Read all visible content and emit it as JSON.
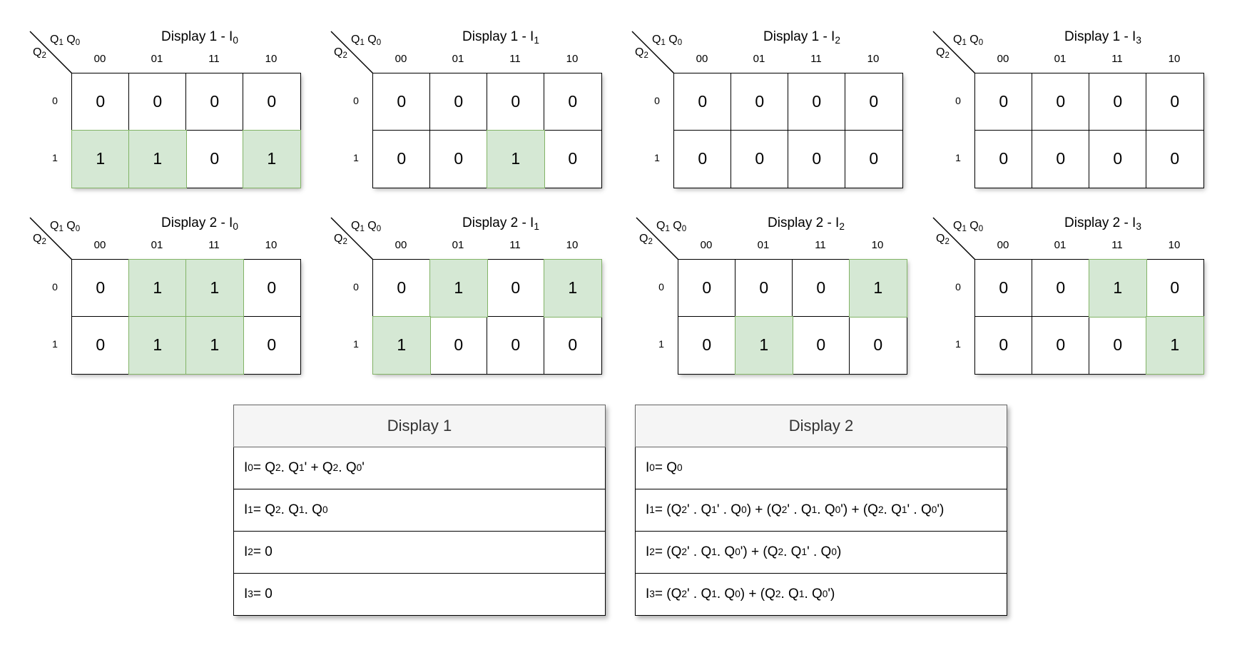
{
  "column_header_vars": "Q1 Q0",
  "row_header_var": "Q2",
  "columns": [
    "00",
    "01",
    "11",
    "10"
  ],
  "rows": [
    "0",
    "1"
  ],
  "kmaps": [
    {
      "title": "Display 1 - I0",
      "cells": [
        [
          0,
          0,
          0,
          0
        ],
        [
          1,
          1,
          0,
          1
        ]
      ],
      "highlight": [
        [
          false,
          false,
          false,
          false
        ],
        [
          true,
          true,
          false,
          true
        ]
      ]
    },
    {
      "title": "Display 1 - I1",
      "cells": [
        [
          0,
          0,
          0,
          0
        ],
        [
          0,
          0,
          1,
          0
        ]
      ],
      "highlight": [
        [
          false,
          false,
          false,
          false
        ],
        [
          false,
          false,
          true,
          false
        ]
      ]
    },
    {
      "title": "Display 1 - I2",
      "cells": [
        [
          0,
          0,
          0,
          0
        ],
        [
          0,
          0,
          0,
          0
        ]
      ],
      "highlight": [
        [
          false,
          false,
          false,
          false
        ],
        [
          false,
          false,
          false,
          false
        ]
      ]
    },
    {
      "title": "Display 1 - I3",
      "cells": [
        [
          0,
          0,
          0,
          0
        ],
        [
          0,
          0,
          0,
          0
        ]
      ],
      "highlight": [
        [
          false,
          false,
          false,
          false
        ],
        [
          false,
          false,
          false,
          false
        ]
      ]
    },
    {
      "title": "Display 2 - I0",
      "cells": [
        [
          0,
          1,
          1,
          0
        ],
        [
          0,
          1,
          1,
          0
        ]
      ],
      "highlight": [
        [
          false,
          true,
          true,
          false
        ],
        [
          false,
          true,
          true,
          false
        ]
      ]
    },
    {
      "title": "Display 2 - I1",
      "cells": [
        [
          0,
          1,
          0,
          1
        ],
        [
          1,
          0,
          0,
          0
        ]
      ],
      "highlight": [
        [
          false,
          true,
          false,
          true
        ],
        [
          true,
          false,
          false,
          false
        ]
      ]
    },
    {
      "title": "Display 2 - I2",
      "cells": [
        [
          0,
          0,
          0,
          1
        ],
        [
          0,
          1,
          0,
          0
        ]
      ],
      "highlight": [
        [
          false,
          false,
          false,
          true
        ],
        [
          false,
          true,
          false,
          false
        ]
      ]
    },
    {
      "title": "Display 2 - I3",
      "cells": [
        [
          0,
          0,
          1,
          0
        ],
        [
          0,
          0,
          0,
          1
        ]
      ],
      "highlight": [
        [
          false,
          false,
          true,
          false
        ],
        [
          false,
          false,
          false,
          true
        ]
      ]
    }
  ],
  "tables": [
    {
      "header": "Display 1",
      "equations": [
        "I0 = Q2 . Q1' + Q2 . Q0'",
        "I1 = Q2 . Q1 . Q0",
        "I2 = 0",
        "I3 = 0"
      ]
    },
    {
      "header": "Display 2",
      "equations": [
        "I0 = Q0",
        "I1 = (Q2' . Q1' . Q0) + (Q2' . Q1 . Q0') + (Q2 . Q1' . Q0')",
        "I2 = (Q2' . Q1 . Q0') + (Q2 . Q1' . Q0)",
        "I3 = (Q2' . Q1 . Q0) + (Q2 . Q1 . Q0')"
      ]
    }
  ],
  "colors": {
    "highlight_fill": "#d5e8d4",
    "highlight_border": "#82b366",
    "table_header_fill": "#f5f5f5"
  }
}
